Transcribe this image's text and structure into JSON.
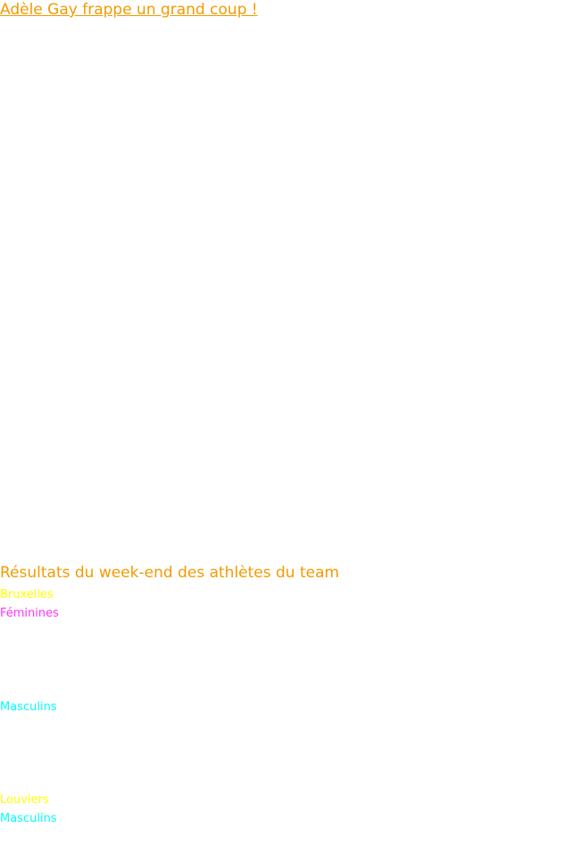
{
  "article": {
    "headline": "Adèle Gay frappe un grand coup !"
  },
  "results": {
    "title": "Résultats du week-end des athlètes du team",
    "events": [
      {
        "city": "Bruxelles",
        "categories": [
          "Féminines",
          "Masculins"
        ]
      },
      {
        "city": "Louviers",
        "categories": [
          "Masculins"
        ]
      }
    ]
  },
  "colors": {
    "headline": "#f49a00",
    "city": "#ffff00",
    "feminines": "#ff33ff",
    "masculins": "#00ffff",
    "background": "#ffffff"
  }
}
